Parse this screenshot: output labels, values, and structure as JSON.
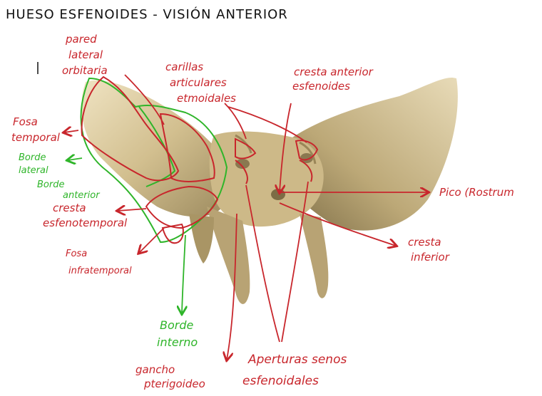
{
  "title": "HUESO ESFENOIDES - VISIÓN ANTERIOR",
  "colors": {
    "red": "#c8262c",
    "green": "#2fb52a",
    "bone_light": "#d9c9a0",
    "bone_dark": "#8a7a55"
  },
  "labels": {
    "pared": [
      "pared",
      "lateral",
      "orbitaria"
    ],
    "carillas": [
      "carillas",
      "articulares",
      "etmoidales"
    ],
    "cresta_anterior": [
      "cresta anterior",
      "esfenoides"
    ],
    "fosa_temporal": [
      "Fosa",
      "temporal"
    ],
    "borde_lateral": [
      "Borde",
      "lateral"
    ],
    "borde_anterior": [
      "Borde",
      "anterior"
    ],
    "cresta_esfenotemporal": [
      "cresta",
      "esfenotemporal"
    ],
    "fosa_infratemporal": [
      "Fosa",
      "infratemporal"
    ],
    "pico": "Pico (Rostrum",
    "cresta_inferior": [
      "cresta",
      "inferior"
    ],
    "borde_interno": [
      "Borde",
      "interno"
    ],
    "gancho": [
      "gancho",
      "pterigoideo"
    ],
    "aperturas": [
      "Aperturas senos",
      "esfenoidales"
    ]
  }
}
